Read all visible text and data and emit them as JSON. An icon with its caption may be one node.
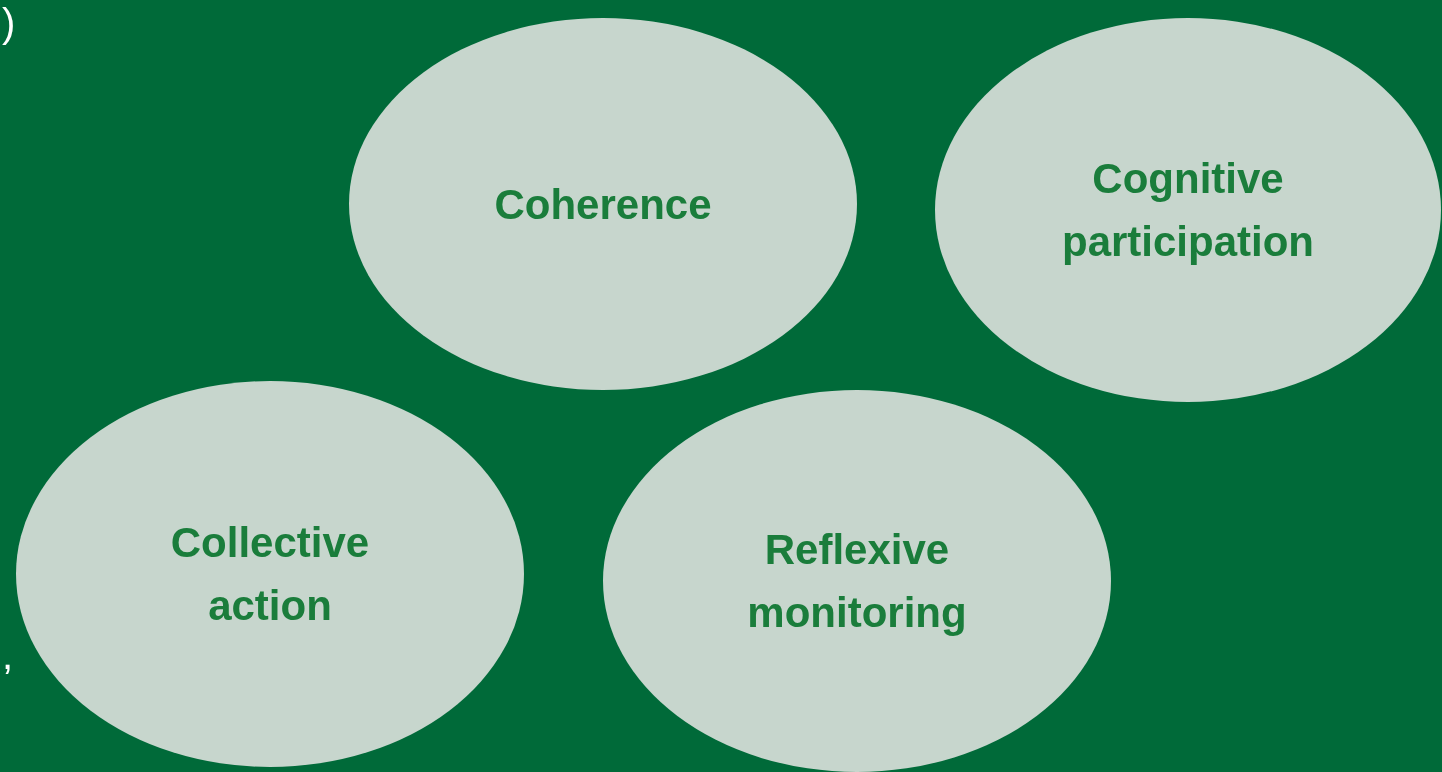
{
  "diagram": {
    "nodes": [
      {
        "text": [
          "Coherence"
        ]
      },
      {
        "text": [
          "Cognitive participation"
        ]
      },
      {
        "text": [
          "Collective action"
        ]
      },
      {
        "text": [
          "Reflexive monitoring"
        ]
      }
    ],
    "labels": [
      ")",
      ","
    ]
  }
}
